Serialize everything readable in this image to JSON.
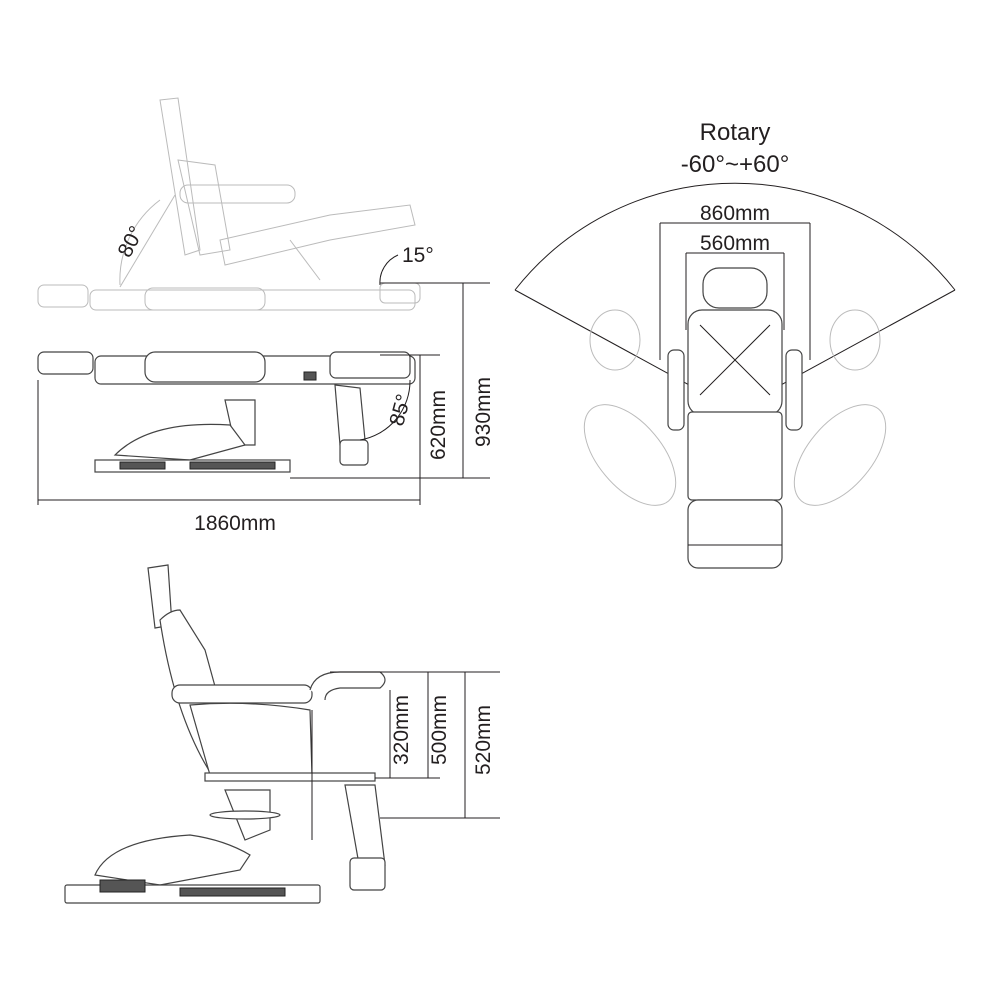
{
  "side_view": {
    "backrest_angle": "80°",
    "leg_up_angle": "15°",
    "leg_down_angle": "85°",
    "seat_height": "620mm",
    "total_height": "930mm",
    "total_length": "1860mm"
  },
  "top_view": {
    "title": "Rotary",
    "rotation_range": "-60°~+60°",
    "outer_width": "860mm",
    "inner_width": "560mm"
  },
  "chair_view": {
    "armrest_height_1": "320mm",
    "armrest_height_2": "500mm",
    "armrest_height_3": "520mm"
  }
}
